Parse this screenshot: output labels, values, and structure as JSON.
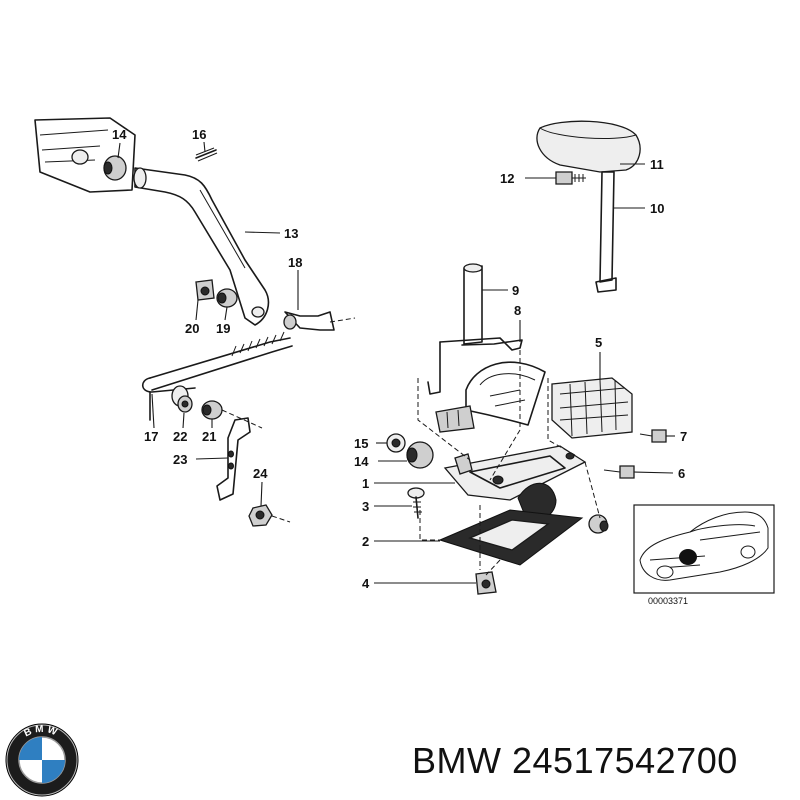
{
  "diagram": {
    "callouts": [
      "14",
      "16",
      "13",
      "18",
      "20",
      "19",
      "17",
      "22",
      "21",
      "23",
      "24",
      "12",
      "11",
      "10",
      "9",
      "8",
      "5",
      "7",
      "6",
      "15",
      "14",
      "1",
      "3",
      "2",
      "4"
    ],
    "inset_reference": "00003371"
  },
  "footer": {
    "brand": "BMW",
    "part_number": "24517542700",
    "logo_letters": "BMW"
  }
}
